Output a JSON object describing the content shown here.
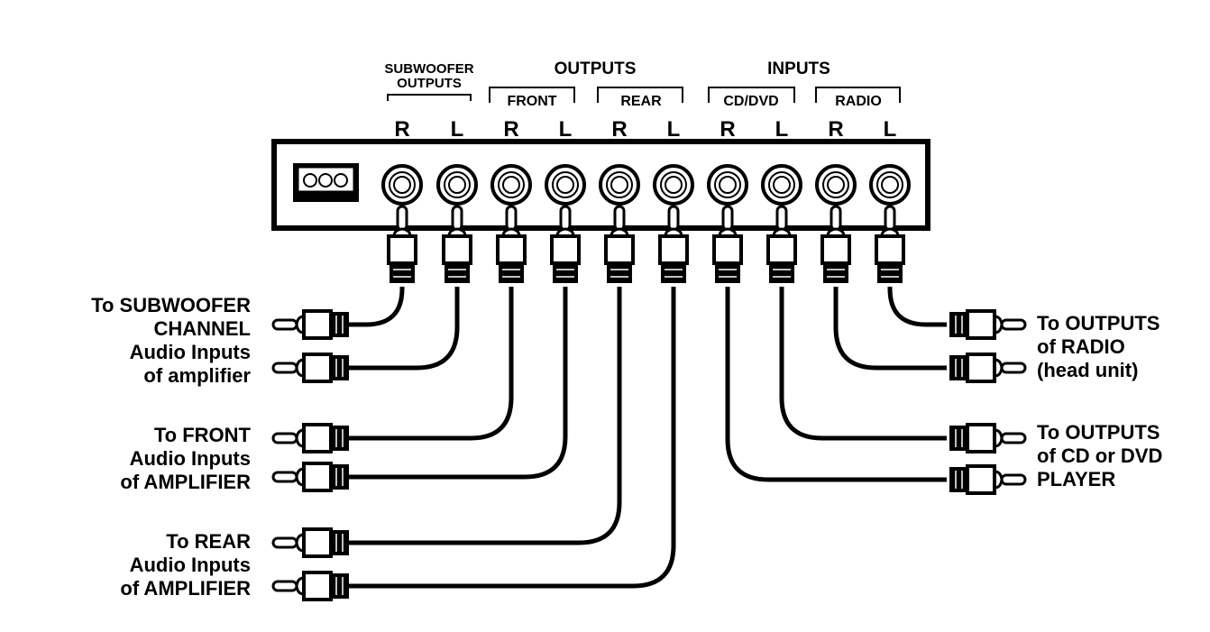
{
  "colors": {
    "ink": "#000000",
    "paper": "#ffffff"
  },
  "header": {
    "subwoofer_outputs": [
      "SUBWOOFER",
      "OUTPUTS"
    ],
    "outputs": "OUTPUTS",
    "inputs": "INPUTS",
    "groups": [
      {
        "id": "subwoofer",
        "label": ""
      },
      {
        "id": "front",
        "label": "FRONT"
      },
      {
        "id": "rear",
        "label": "REAR"
      },
      {
        "id": "cd-dvd",
        "label": "CD/DVD"
      },
      {
        "id": "radio",
        "label": "RADIO"
      }
    ]
  },
  "power_connector": {
    "icon": "three-pin-power-connector-icon",
    "pins": 3
  },
  "jacks": [
    {
      "group": "subwoofer",
      "channel": "R"
    },
    {
      "group": "subwoofer",
      "channel": "L"
    },
    {
      "group": "front",
      "channel": "R"
    },
    {
      "group": "front",
      "channel": "L"
    },
    {
      "group": "rear",
      "channel": "R"
    },
    {
      "group": "rear",
      "channel": "L"
    },
    {
      "group": "cd-dvd",
      "channel": "R"
    },
    {
      "group": "cd-dvd",
      "channel": "L"
    },
    {
      "group": "radio",
      "channel": "R"
    },
    {
      "group": "radio",
      "channel": "L"
    }
  ],
  "connections": [
    {
      "from_jack": 0,
      "side": "left",
      "plug_row": 0
    },
    {
      "from_jack": 1,
      "side": "left",
      "plug_row": 1
    },
    {
      "from_jack": 2,
      "side": "left",
      "plug_row": 2
    },
    {
      "from_jack": 3,
      "side": "left",
      "plug_row": 3
    },
    {
      "from_jack": 4,
      "side": "left",
      "plug_row": 4
    },
    {
      "from_jack": 5,
      "side": "left",
      "plug_row": 5
    },
    {
      "from_jack": 6,
      "side": "right",
      "plug_row": 3
    },
    {
      "from_jack": 7,
      "side": "right",
      "plug_row": 2
    },
    {
      "from_jack": 8,
      "side": "right",
      "plug_row": 1
    },
    {
      "from_jack": 9,
      "side": "right",
      "plug_row": 0
    }
  ],
  "left_labels": [
    {
      "lines": [
        "To SUBWOOFER",
        "CHANNEL",
        "Audio Inputs",
        "of amplifier"
      ]
    },
    {
      "lines": [
        "To FRONT",
        "Audio Inputs",
        "of AMPLIFIER"
      ]
    },
    {
      "lines": [
        "To REAR",
        "Audio Inputs",
        "of AMPLIFIER"
      ]
    }
  ],
  "right_labels": [
    {
      "lines": [
        "To OUTPUTS",
        "of RADIO",
        "(head unit)"
      ]
    },
    {
      "lines": [
        "To OUTPUTS",
        "of CD or DVD",
        "PLAYER"
      ]
    }
  ]
}
